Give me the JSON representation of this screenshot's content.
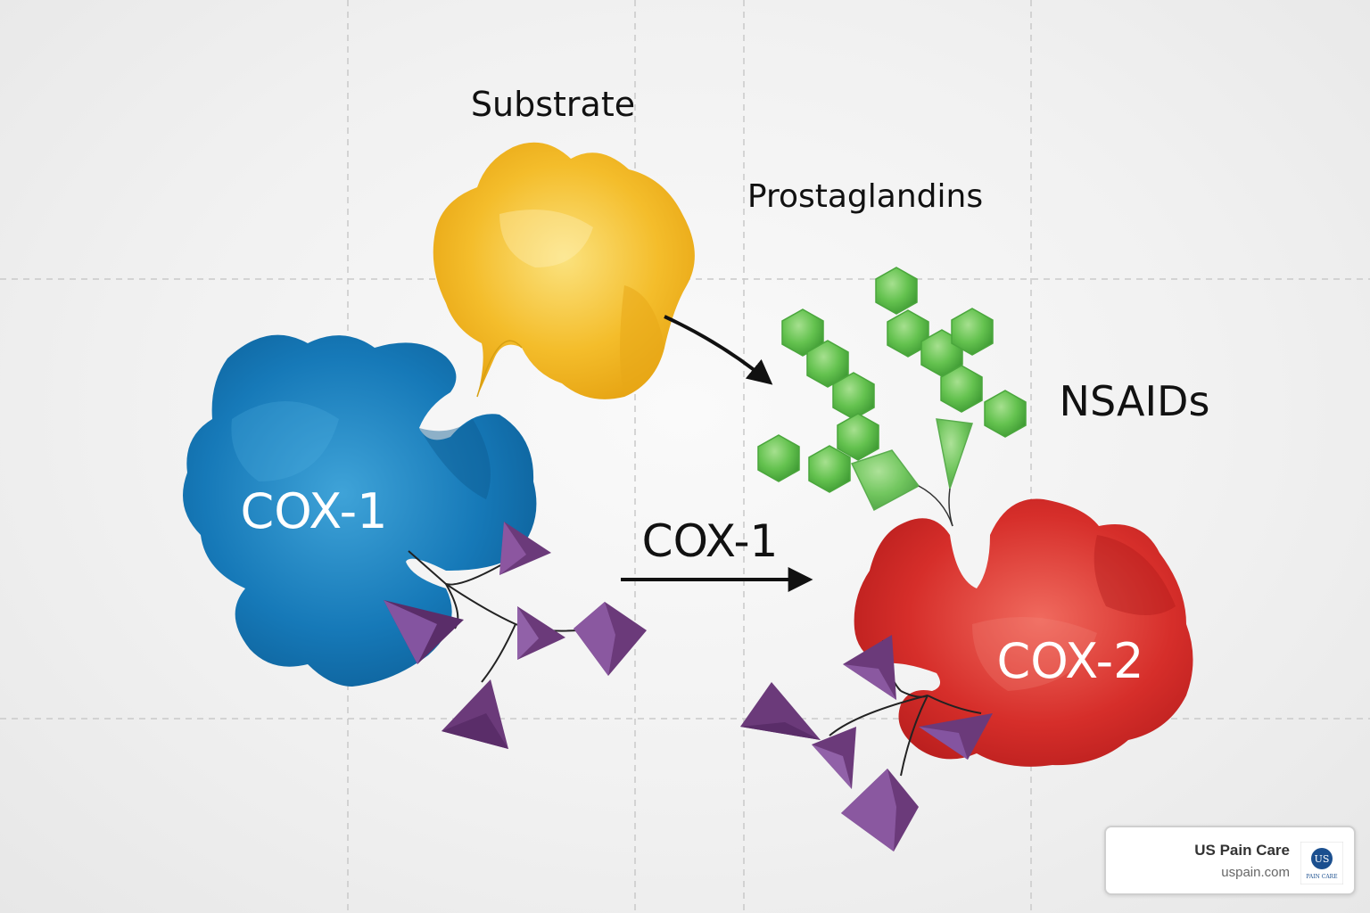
{
  "labels": {
    "substrate": "Substrate",
    "prostaglandins": "Prostaglandins",
    "nsaids": "NSAIDs",
    "cox1_enzyme": "COX-1",
    "cox1_arrow": "COX-1",
    "cox2_enzyme": "COX-2"
  },
  "brand": {
    "name": "US Pain Care",
    "url": "uspain.com",
    "logo_text_top": "US",
    "logo_text_bottom": "PAIN CARE"
  },
  "colors": {
    "substrate": "#f2b31c",
    "cox1": "#1477b5",
    "cox2": "#d42a28",
    "prostaglandin": "#5bbb48",
    "nsaid": "#6b3a7a",
    "arrow": "#111111"
  },
  "icons": {
    "brand_logo": "us-pain-care-logo-icon"
  }
}
